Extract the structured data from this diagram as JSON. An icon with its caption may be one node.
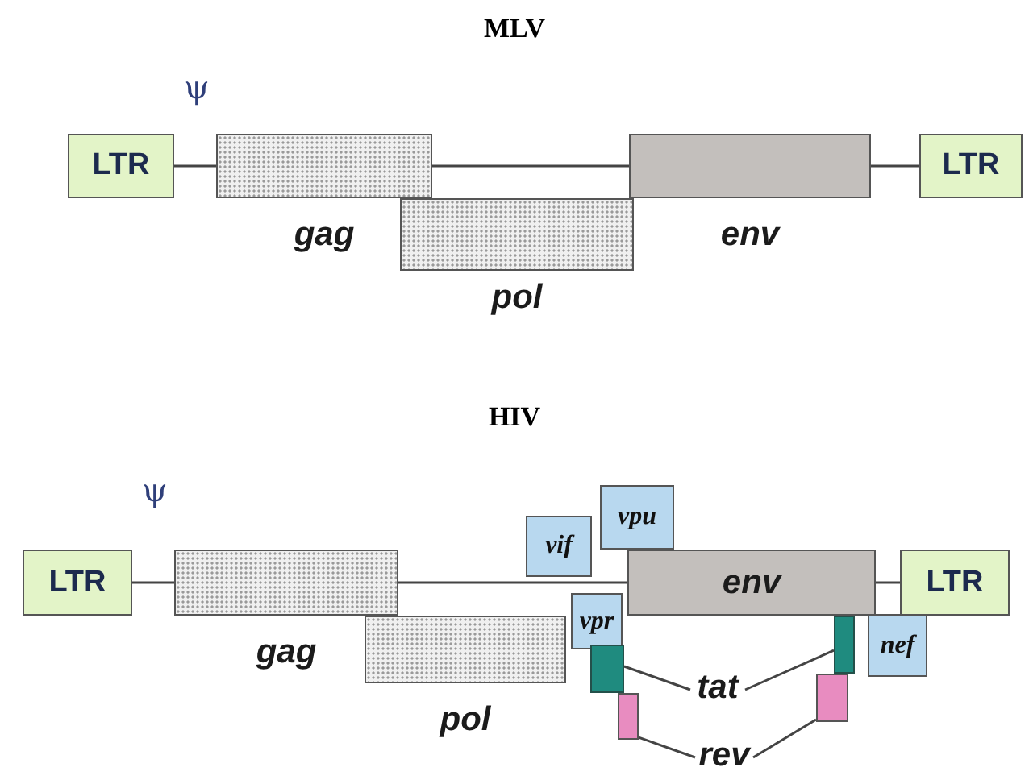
{
  "diagram": {
    "nodes": [
      {
        "text": [
          "LTR"
        ]
      },
      {
        "text": [
          "gag"
        ]
      },
      {
        "text": [
          "pol"
        ]
      },
      {
        "text": [
          "env"
        ]
      },
      {
        "text": [
          "LTR"
        ]
      },
      {
        "text": [
          "LTR"
        ]
      },
      {
        "text": [
          "gag"
        ]
      },
      {
        "text": [
          "pol"
        ]
      },
      {
        "text": [
          "vif"
        ]
      },
      {
        "text": [
          "vpu"
        ]
      },
      {
        "text": [
          "env"
        ]
      },
      {
        "text": [
          "vpr"
        ]
      },
      {
        "text": [
          "LTR"
        ]
      },
      {
        "text": [
          "nef"
        ]
      },
      {
        "text": [],
        "shape": "box"
      },
      {
        "text": [],
        "shape": "box"
      },
      {
        "text": [],
        "shape": "box"
      },
      {
        "text": [],
        "shape": "box"
      },
      {
        "text": [
          "tat"
        ]
      },
      {
        "text": [
          "rev"
        ]
      }
    ],
    "edges": [
      {
        "from": 0,
        "to": 1,
        "arrow": "none"
      },
      {
        "from": 1,
        "to": 3,
        "arrow": "none"
      },
      {
        "from": 3,
        "to": 4,
        "arrow": "none"
      },
      {
        "from": 5,
        "to": 6,
        "arrow": "none"
      },
      {
        "from": 6,
        "to": 10,
        "arrow": "none"
      },
      {
        "from": 10,
        "to": 12,
        "arrow": "none"
      },
      {
        "from": 18,
        "to": 14,
        "arrow": "none"
      },
      {
        "from": 18,
        "to": 15,
        "arrow": "none"
      },
      {
        "from": 19,
        "to": 16,
        "arrow": "none"
      },
      {
        "from": 19,
        "to": 17,
        "arrow": "none"
      }
    ],
    "labels": [
      "MLV",
      "ψ",
      "HIV",
      "ψ"
    ]
  }
}
